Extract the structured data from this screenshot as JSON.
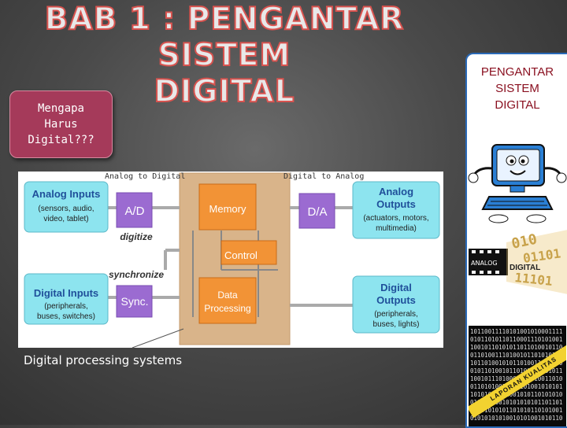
{
  "title": {
    "line1": "BAB 1 : PENGANTAR SISTEM",
    "line2": "DIGITAL"
  },
  "callout": "Mengapa\nHarus\nDigital???",
  "labels": {
    "analog_to_digital": "Analog to Digital",
    "digital_to_analog": "Digital to Analog"
  },
  "caption": "Digital processing systems",
  "diagram": {
    "analog_inputs": {
      "title": "Analog Inputs",
      "detail": [
        "(sensors, audio,",
        "video, tablet)"
      ]
    },
    "digital_inputs": {
      "title": "Digital Inputs",
      "detail": [
        "(peripherals,",
        "buses, switches)"
      ]
    },
    "analog_outputs": {
      "title": [
        "Analog",
        "Outputs"
      ],
      "detail": [
        "(actuators, motors,",
        "multimedia)"
      ]
    },
    "digital_outputs": {
      "title": [
        "Digital",
        "Outputs"
      ],
      "detail": [
        "(peripherals,",
        "buses, lights)"
      ]
    },
    "ad": "A/D",
    "sync": "Sync.",
    "da": "D/A",
    "memory": "Memory",
    "control": "Control",
    "data_processing": [
      "Data",
      "Processing"
    ],
    "digitize": "digitize",
    "synchronize": "synchronize"
  },
  "side": {
    "title": "PENGANTAR\nSISTEM\nDIGITAL",
    "film_analog": "ANALOG",
    "film_digital": "DIGITAL",
    "binary_rows": [
      "10110011110101001010001111",
      "01011010110110001110101001",
      "10010110101011011010010110",
      "01101001110100101101010101",
      "10110100101011010011010100",
      "01011010010110100101101011",
      "10010111010001101010011010",
      "01101010011010101001010101",
      "10101001101001010110101010",
      "01010110010101010101101101",
      "10101010101101010110101001",
      "01010101010010101001010110"
    ],
    "stamp": "LAPORAN KUALITAS"
  },
  "colors": {
    "title_stroke": "#d9534f",
    "callout": "#a53a5a",
    "io_box": "#8de4ef",
    "orange": "#f29336",
    "purple": "#9b6bd1",
    "bus": "#d9b48a"
  }
}
